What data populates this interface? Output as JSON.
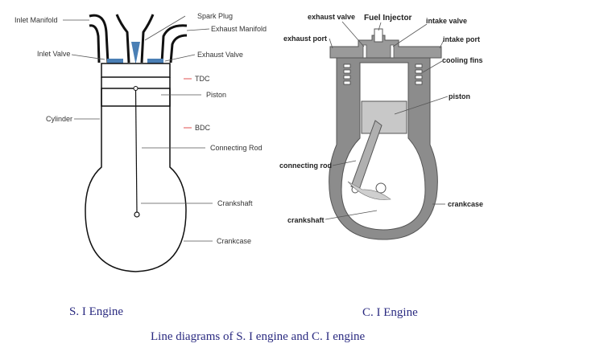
{
  "si_engine": {
    "labels": {
      "inlet_manifold": "Inlet Manifold",
      "spark_plug": "Spark Plug",
      "exhaust_manifold": "Exhaust  Manifold",
      "inlet_valve": "Inlet Valve",
      "exhaust_valve": "Exhaust Valve",
      "tdc": "TDC",
      "piston": "Piston",
      "cylinder": "Cylinder",
      "bdc": "BDC",
      "connecting_rod": "Connecting Rod",
      "crankshaft": "Crankshaft",
      "crankcase": "Crankcase"
    },
    "caption": "S. I Engine"
  },
  "ci_engine": {
    "labels": {
      "exhaust_valve": "exhaust valve",
      "fuel_injector": "Fuel Injector",
      "intake_valve": "intake valve",
      "exhaust_port": "exhaust port",
      "intake_port": "intake port",
      "cooling_fins": "cooling fins",
      "piston": "piston",
      "connecting_rod": "connecting rod",
      "crankcase": "crankcase",
      "crankshaft": "crankshaft"
    },
    "caption": "C. I Engine"
  },
  "figure_caption": "Line diagrams of  S. I engine and C. I engine",
  "colors": {
    "valve_blue": "#4a7fb5",
    "tdc_bdc_marker": "#e05050",
    "caption_text": "#2a2a80",
    "engine_grey": "#888888",
    "piston_grey": "#c8c8c8"
  }
}
